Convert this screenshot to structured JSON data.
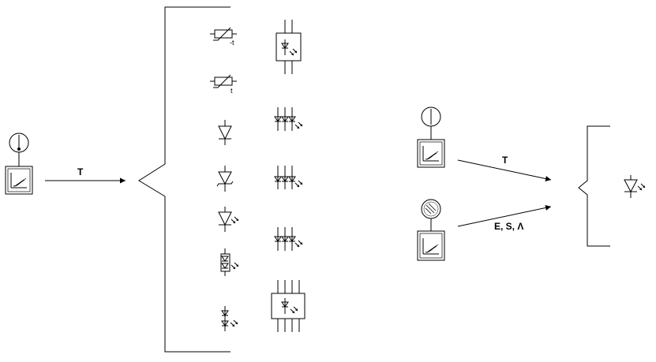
{
  "labels": {
    "left_arrow": "T",
    "right_arrow_top": "T",
    "right_arrow_bottom": "E, S, Λ"
  },
  "icons": [
    "thermometer-icon",
    "characteristic-graph-icon",
    "ntc-thermistor-icon",
    "ptc-thermistor-icon",
    "diode-icon",
    "zener-diode-icon",
    "led-icon",
    "optocoupler-icon",
    "led-array-icon",
    "light-sensor-icon"
  ]
}
